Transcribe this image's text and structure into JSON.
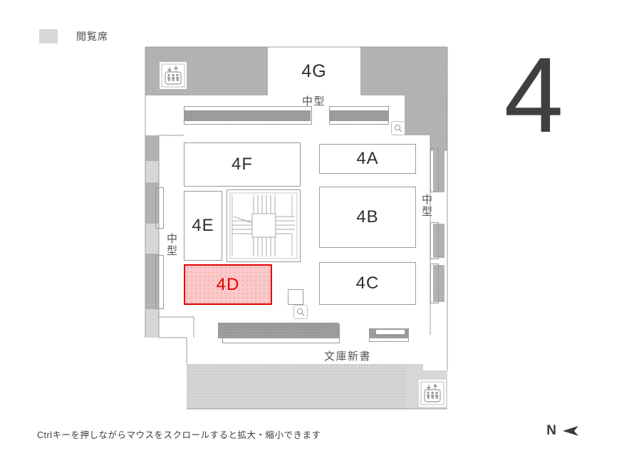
{
  "legend": {
    "label": "閲覧席",
    "swatch_color": "#d8d8d8"
  },
  "floor": {
    "number": "4"
  },
  "map": {
    "rooms": [
      {
        "id": "4G",
        "label": "4G"
      },
      {
        "id": "4A",
        "label": "4A"
      },
      {
        "id": "4B",
        "label": "4B"
      },
      {
        "id": "4C",
        "label": "4C"
      },
      {
        "id": "4F",
        "label": "4F"
      },
      {
        "id": "4E",
        "label": "4E"
      },
      {
        "id": "4D",
        "label": "4D",
        "highlighted": true
      }
    ],
    "labels": {
      "chugata_top": "中型",
      "chugata_left": "中型",
      "chugata_right": "中型",
      "bunko_shinsho": "文庫新書"
    },
    "icons": {
      "elevator_top": "elevator-icon",
      "elevator_bottom": "elevator-icon",
      "magnifier_top": "magnifier-icon",
      "magnifier_bottom": "magnifier-icon"
    },
    "highlight_colors": {
      "fill": "#fbc9c9",
      "border": "#e60000",
      "text": "#e60000"
    }
  },
  "footer": {
    "hint": "Ctrlキーを押しながらマウスをスクロールすると拡大・縮小できます",
    "compass_label": "N"
  }
}
